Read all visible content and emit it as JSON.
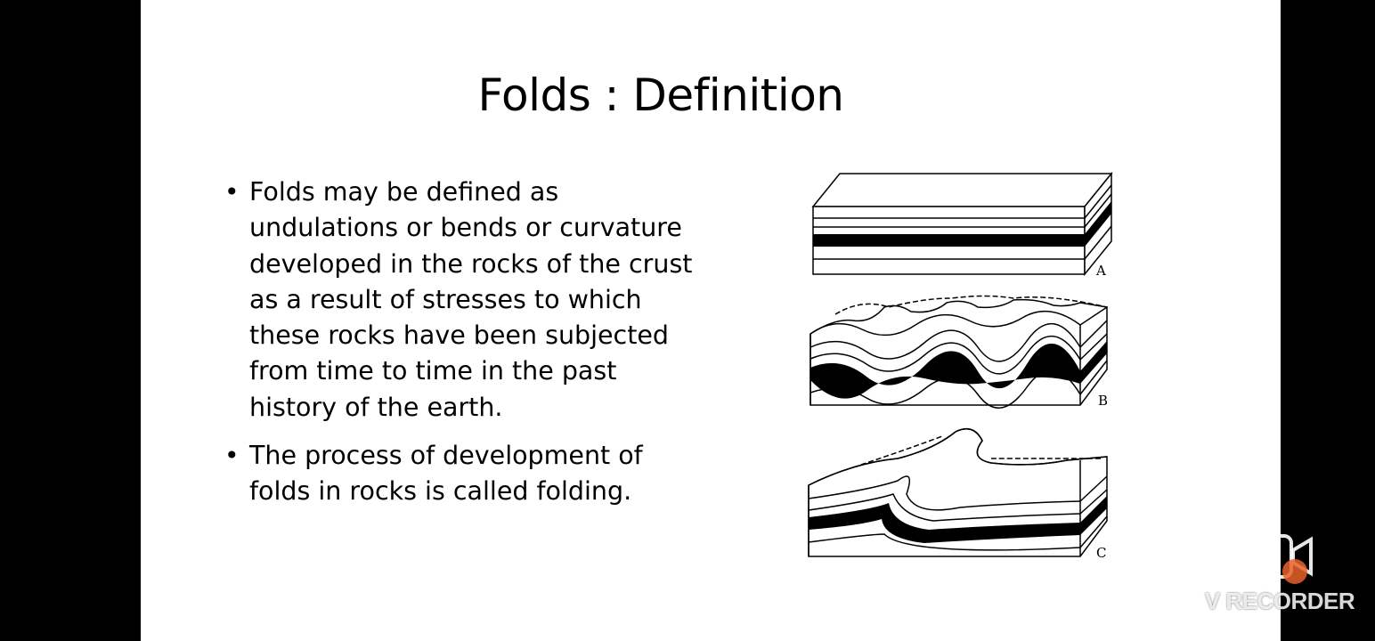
{
  "slide": {
    "title": "Folds : Definition",
    "bullets": [
      "Folds may be defined as undulations or bends or curvature developed in the rocks of the crust as a result of stresses to which these rocks have been subjected from time to time in the past history of the earth.",
      "The process of development of folds in rocks is called folding."
    ],
    "bullet_glyph": "•"
  },
  "figure": {
    "labels": [
      "A",
      "B",
      "C"
    ]
  },
  "watermark": {
    "text": "V RECORDER",
    "icon": "video-recorder-icon"
  },
  "colors": {
    "frame": "#000000",
    "slide_bg": "#ffffff",
    "text": "#000000",
    "watermark_accent": "#e8622a"
  }
}
